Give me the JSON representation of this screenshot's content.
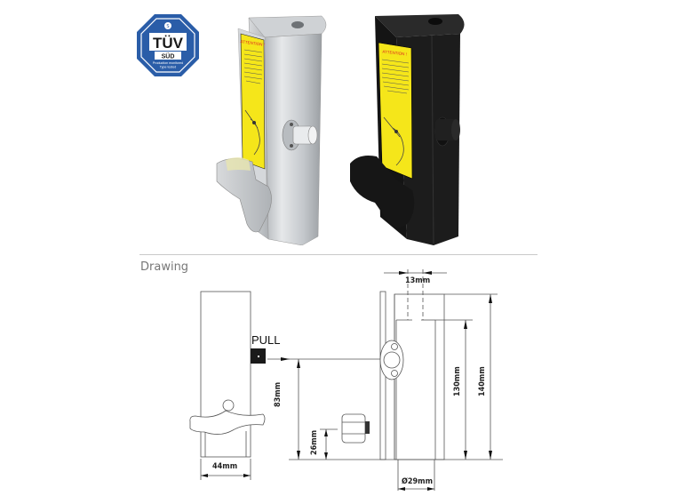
{
  "certification": {
    "brand": "TÜV",
    "sub": "SÜD",
    "line1": "Production monitored",
    "line2": "Type tested",
    "colors": {
      "outer": "#2a5da8",
      "inner": "#ffffff",
      "text": "#1a1a1a"
    }
  },
  "products": [
    {
      "finish": "silver",
      "label": {
        "heading": "ATTENTION !",
        "body": "Please fasten the spring loaded latch to secure the safety by turning the knob clockwise. Failing to lock up the latch might lead to spigot falling off and cause the damage."
      }
    },
    {
      "finish": "black",
      "label": {
        "heading": "ATTENTION !",
        "body": "Please fasten the spring loaded latch to secure the safety by turning the knob clockwise. Failing to lock up the latch might lead to spigot falling off and cause the damage."
      }
    }
  ],
  "section": {
    "title": "Drawing"
  },
  "drawing": {
    "pull_label": "PULL",
    "dimensions": {
      "top_width": "13mm",
      "height_total": "140mm",
      "height_inner": "130mm",
      "height_pull": "83mm",
      "height_knob": "26mm",
      "width_front": "44mm",
      "diameter": "Ø29mm"
    }
  },
  "colors": {
    "label_yellow": "#f5e61a",
    "label_red": "#d22",
    "aluminium": "#c8ccd0",
    "black_body": "#1c1c1c"
  }
}
